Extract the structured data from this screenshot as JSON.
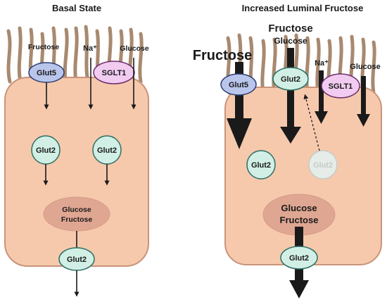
{
  "panels": {
    "basal": {
      "title": "Basal State",
      "labels": {
        "fructose": "Fructose",
        "sodium": "Na⁺",
        "glucose": "Glucose",
        "glut5": "Glut5",
        "sglt1": "SGLT1",
        "glut2_left": "Glut2",
        "glut2_right": "Glut2",
        "pool_line1": "Glucose",
        "pool_line2": "Fructose",
        "glut2_basolateral": "Glut2"
      }
    },
    "luminal": {
      "title": "Increased Luminal Fructose",
      "labels": {
        "fructose_large": "Fructose",
        "fructose_top": "Fructose",
        "glucose_top": "Glucose",
        "sodium": "Na⁺",
        "glucose": "Glucose",
        "glut5": "Glut5",
        "glut2_apical": "Glut2",
        "sglt1": "SGLT1",
        "glut2_cyto": "Glut2",
        "glut2_faded": "Glut2",
        "pool_line1": "Glucose",
        "pool_line2": "Fructose",
        "glut2_basolateral": "Glut2"
      }
    }
  },
  "colors": {
    "cell_fill": "#f6c9ad",
    "cell_border": "#c9947a",
    "villus": "#a8896f",
    "glut2": "#d2efe6",
    "glut5": "#b9c5ea",
    "sglt1": "#f1cbf0",
    "pool": "#dfa692"
  }
}
